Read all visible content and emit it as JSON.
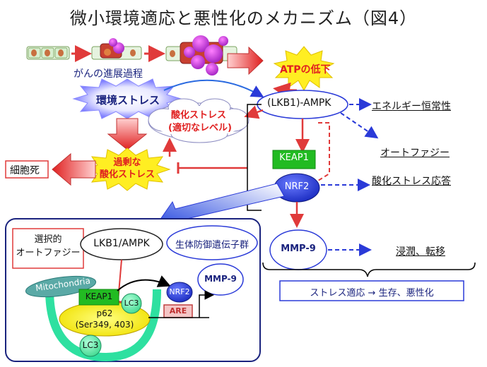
{
  "title": "微小環境適応と悪性化のメカニズム（図4）",
  "labels": {
    "cancer_progression": "がんの進展過程",
    "env_stress": "環境ストレス",
    "atp_decrease": "ATPの低下",
    "lkb1_ampk_top": "(LKB1)-AMPK",
    "oxidative_stress_proper_l1": "酸化ストレス",
    "oxidative_stress_proper_l2": "(適切なレベル)",
    "excess_l1": "過剰な",
    "excess_l2": "酸化ストレス",
    "cell_death": "細胞死",
    "keap1_top": "KEAP1",
    "nrf2_top": "NRF2",
    "mmp9_top": "MMP-9",
    "energy_homeostasis": "エネルギー恒常性",
    "autophagy": "オートファジー",
    "oxidative_response": "酸化ストレス応答",
    "invasion": "浸潤、転移",
    "outcome": "ストレス適応 →  生存、悪性化"
  },
  "inset": {
    "selective_l1": "選択的",
    "selective_l2": "オートファジー",
    "lkb1_ampk": "LKB1/AMPK",
    "defense_genes": "生体防御遺伝子群",
    "mitochondria": "Mitochondria",
    "keap1": "KEAP1",
    "lc3_a": "LC3",
    "p62_l1": "p62",
    "p62_l2": "(Ser349, 403)",
    "lc3_b": "LC3",
    "nrf2": "NRF2",
    "are": "ARE",
    "mmp9": "MMP-9"
  },
  "colors": {
    "red_arrow": "#e03a3a",
    "blue_dash": "#2a3ad8",
    "keap1_green": "#22bb22",
    "nrf2_blue": "#2a3be0",
    "burst_yellow": "#ffee22",
    "inset_border": "#1a237e"
  }
}
